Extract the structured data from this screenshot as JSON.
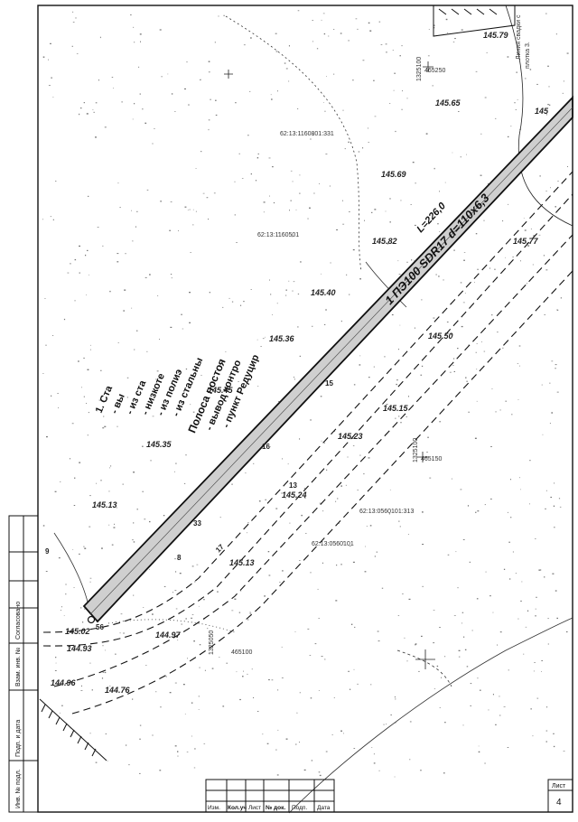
{
  "sheet": {
    "title_block": {
      "columns": [
        "Изм.",
        "Кол.уч",
        "Лист",
        "№ док.",
        "Подп.",
        "Дата"
      ],
      "sheet_label": "Лист",
      "sheet_number": "4"
    },
    "side_stamp": {
      "labels": [
        "Согласовано",
        "Взам. инв. №",
        "Подп. и дата",
        "Инв. № подл."
      ]
    }
  },
  "map": {
    "pipeline_label": "1 ПЭ100 SDR17 d=110x6,3",
    "length_label": "L=226,0",
    "parcel_labels": [
      "62:13:1160801:331",
      "62:13:1160501",
      "62:13:0560101:313",
      "62:13:0560101"
    ],
    "grid_labels": [
      "1325100",
      "465250",
      "1325100",
      "465150",
      "1325050",
      "465100"
    ],
    "elevations": [
      "145.79",
      "145.65",
      "145",
      "145.69",
      "145.82",
      "145.77",
      "145.40",
      "145.50",
      "145.36",
      "145.45",
      "145.15",
      "145.23",
      "145.35",
      "145.24",
      "145.13",
      "145.13",
      "145.02",
      "144.93",
      "144.97",
      "144.96",
      "144.76"
    ],
    "point_labels": [
      "15",
      "16",
      "13",
      "17",
      "8",
      "33",
      "56",
      "9"
    ],
    "legend_lines": [
      "1. Ста",
      "- вы",
      "- из ста",
      "- низкоте",
      "- из полиэ",
      "- из стальны",
      "Полоса постоя",
      "- вывод контро",
      "- пункт Редуцир"
    ],
    "corner_note_lines": [
      "Линия свадки с",
      "плотка 3."
    ]
  },
  "colors": {
    "ink": "#111111",
    "pipe_fill": "#cfcfcf",
    "background": "#ffffff"
  }
}
